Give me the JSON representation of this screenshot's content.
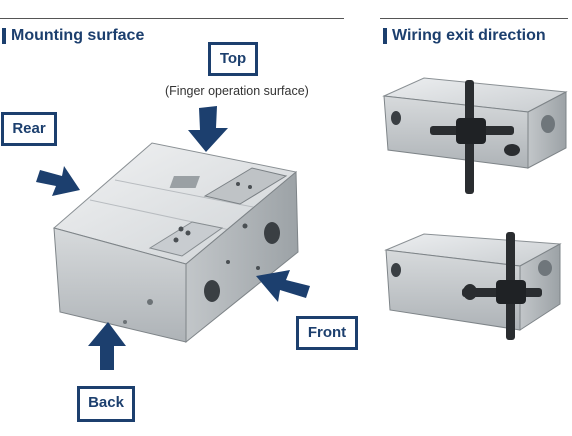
{
  "left": {
    "heading": "Mounting surface",
    "labels": {
      "top": "Top",
      "top_note": "(Finger operation surface)",
      "rear": "Rear",
      "front": "Front",
      "back": "Back"
    }
  },
  "right": {
    "heading": "Wiring exit direction"
  },
  "colors": {
    "accent": "#1c3f6e",
    "arrow": "#1c3f6e"
  },
  "icons": [
    "arrow-down-icon",
    "arrow-right-icon",
    "arrow-up-icon",
    "arrow-up-left-icon"
  ]
}
